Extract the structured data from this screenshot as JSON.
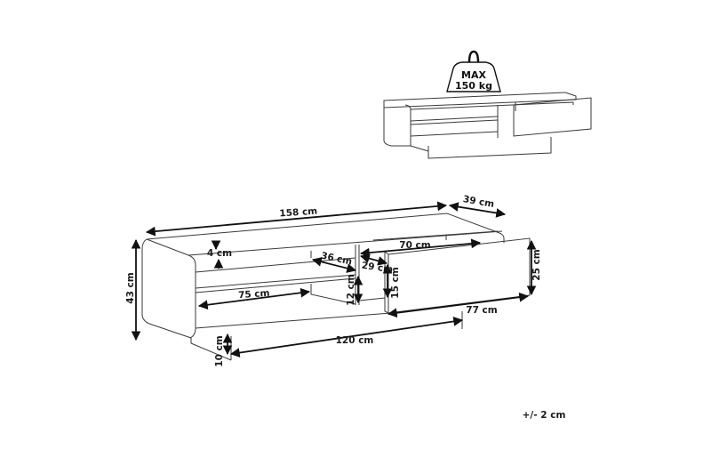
{
  "weight": {
    "line1": "MAX",
    "line2": "150 kg"
  },
  "dimensions": {
    "length": "158 cm",
    "depth": "39 cm",
    "height": "43 cm",
    "top_thickness": "4 cm",
    "shelf_depth": "36 cm",
    "shelf_width": "75 cm",
    "shelf_gap": "12 cm",
    "drawer_depth": "29 cm",
    "drawer_inner_width": "70 cm",
    "drawer_inner_height": "15 cm",
    "drawer_height": "25 cm",
    "drawer_width": "77 cm",
    "base_width": "120 cm",
    "base_height": "10 cm"
  },
  "tolerance": "+/- 2 cm"
}
